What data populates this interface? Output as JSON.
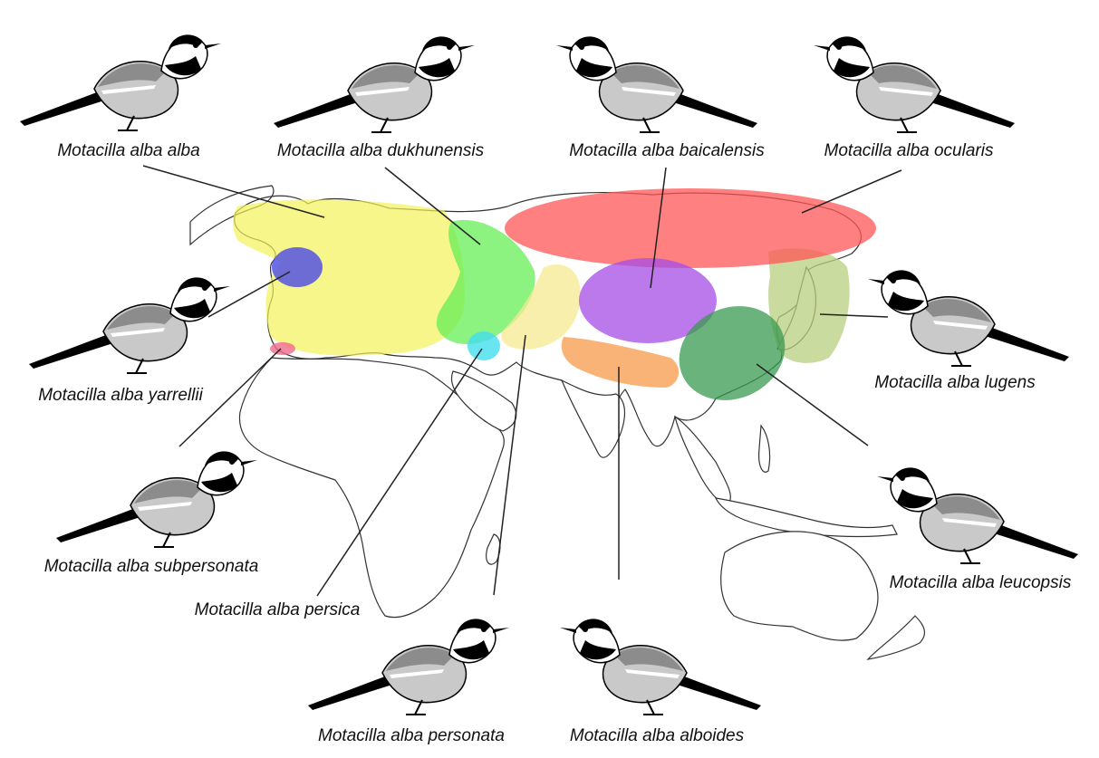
{
  "subspecies": [
    {
      "id": "alba",
      "label": "Motacilla alba alba",
      "range_color": "#f2f25a"
    },
    {
      "id": "dukhunensis",
      "label": "Motacilla alba dukhunensis",
      "range_color": "#66ee55"
    },
    {
      "id": "baicalensis",
      "label": "Motacilla alba baicalensis",
      "range_color": "#a64ce6"
    },
    {
      "id": "ocularis",
      "label": "Motacilla alba ocularis",
      "range_color": "#ff5555"
    },
    {
      "id": "yarrellii",
      "label": "Motacilla alba yarrellii",
      "range_color": "#4a4ae6"
    },
    {
      "id": "lugens",
      "label": "Motacilla alba lugens",
      "range_color": "#b8cf80"
    },
    {
      "id": "subpersonata",
      "label": "Motacilla alba subpersonata",
      "range_color": "#ef6a8a"
    },
    {
      "id": "leucopsis",
      "label": "Motacilla alba leucopsis",
      "range_color": "#3a9a50"
    },
    {
      "id": "persica",
      "label": "Motacilla alba persica",
      "range_color": "#44ddee"
    },
    {
      "id": "personata",
      "label": "Motacilla alba personata",
      "range_color": "#f5ea90"
    },
    {
      "id": "alboides",
      "label": "Motacilla alba alboides",
      "range_color": "#f7a055"
    }
  ]
}
